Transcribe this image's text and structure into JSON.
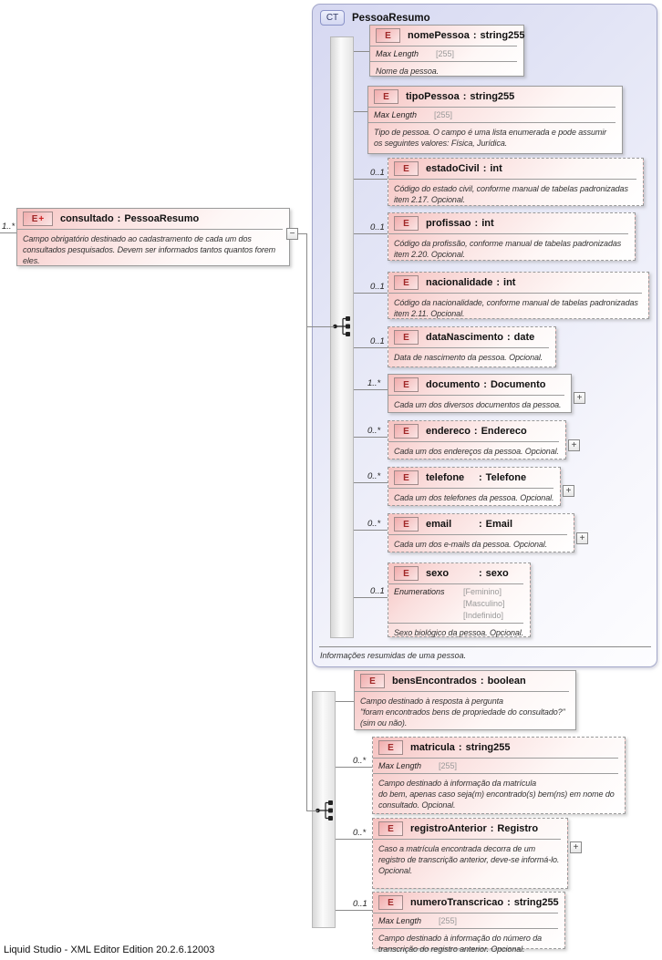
{
  "misc": {
    "element_badge": "E",
    "ct_badge": "CT",
    "type_separator": ":",
    "expand_glyph": "+",
    "collapse_glyph": "−",
    "root_badge_plus": "+"
  },
  "colors": {
    "element_fill": "#f6c2c0",
    "complex_type_fill": "#d6d8f1",
    "element_border": "#9a9a9a",
    "element_badge_text": "#a02828",
    "ct_badge_border": "#8b93c8",
    "connector": "#8a8a8a",
    "annotation_text": "#333333",
    "facet_value_text": "#999999"
  },
  "status_bar": {
    "text": "Liquid Studio - XML Editor Edition 20.2.6.12003"
  },
  "root_element": {
    "cardinality": "1..*",
    "name": "consultado",
    "type": "PessoaResumo",
    "annotation": "Campo obrigatório destinado ao cadastramento de cada um dos\nconsultados pesquisados. Devem ser informados tantos quantos forem\neles."
  },
  "complex_type": {
    "name": "PessoaResumo",
    "footer_annotation": "Informações resumidas de uma pessoa.",
    "elements": [
      {
        "name": "nomePessoa",
        "type": "string255",
        "facet": {
          "label": "Max Length",
          "value": "[255]"
        },
        "annotation": "Nome da pessoa."
      },
      {
        "name": "tipoPessoa",
        "type": "string255",
        "facet": {
          "label": "Max Length",
          "value": "[255]"
        },
        "annotation": "Tipo de pessoa. O campo é uma lista enumerada e pode assumir\nos seguintes valores: Física, Jurídica."
      },
      {
        "name": "estadoCivil",
        "type": "int",
        "cardinality": "0..1",
        "optional": true,
        "annotation": "Código do estado civil, conforme manual de tabelas padronizadas\nitem 2.17. Opcional."
      },
      {
        "name": "profissao",
        "type": "int",
        "cardinality": "0..1",
        "optional": true,
        "annotation": "Código da profissão, conforme manual de tabelas padronizadas\nitem 2.20. Opcional."
      },
      {
        "name": "nacionalidade",
        "type": "int",
        "cardinality": "0..1",
        "optional": true,
        "annotation": "Código da nacionalidade, conforme manual de tabelas padronizadas\nitem 2.11. Opcional."
      },
      {
        "name": "dataNascimento",
        "type": "date",
        "cardinality": "0..1",
        "optional": true,
        "annotation": "Data de nascimento da pessoa. Opcional."
      },
      {
        "name": "documento",
        "type": "Documento",
        "cardinality": "1..*",
        "expandable": true,
        "annotation": "Cada um dos diversos documentos da pessoa."
      },
      {
        "name": "endereco",
        "type": "Endereco",
        "cardinality": "0..*",
        "optional": true,
        "expandable": true,
        "annotation": "Cada um dos endereços da pessoa. Opcional."
      },
      {
        "name": "telefone",
        "type": "Telefone",
        "cardinality": "0..*",
        "optional": true,
        "expandable": true,
        "annotation": "Cada um dos telefones da pessoa. Opcional."
      },
      {
        "name": "email",
        "type": "Email",
        "cardinality": "0..*",
        "optional": true,
        "expandable": true,
        "annotation": "Cada um dos e-mails da pessoa. Opcional."
      },
      {
        "name": "sexo",
        "type": "sexo",
        "cardinality": "0..1",
        "optional": true,
        "enumerations": {
          "label": "Enumerations",
          "values": [
            "[Feminino]",
            "[Masculino]",
            "[Indefinido]"
          ]
        },
        "annotation": "Sexo biológico da pessoa. Opcional."
      }
    ]
  },
  "extension_elements": [
    {
      "name": "bensEncontrados",
      "type": "boolean",
      "annotation": "Campo destinado à resposta à pergunta\n\"foram encontrados bens de propriedade do consultado?\"\n(sim ou não)."
    },
    {
      "name": "matricula",
      "type": "string255",
      "cardinality": "0..*",
      "optional": true,
      "facet": {
        "label": "Max Length",
        "value": "[255]"
      },
      "annotation": "Campo destinado à informação da matrícula\ndo bem, apenas caso seja(m) encontrado(s) bem(ns) em nome do\nconsultado. Opcional."
    },
    {
      "name": "registroAnterior",
      "type": "Registro",
      "cardinality": "0..*",
      "optional": true,
      "expandable": true,
      "annotation": "Caso a matrícula encontrada decorra de um\nregistro de transcrição anterior, deve-se informá-lo.\nOpcional."
    },
    {
      "name": "numeroTranscricao",
      "type": "string255",
      "cardinality": "0..1",
      "optional": true,
      "facet": {
        "label": "Max Length",
        "value": "[255]"
      },
      "annotation": "Campo destinado à informação do número da\ntranscrição do registro anterior. Opcional."
    }
  ]
}
